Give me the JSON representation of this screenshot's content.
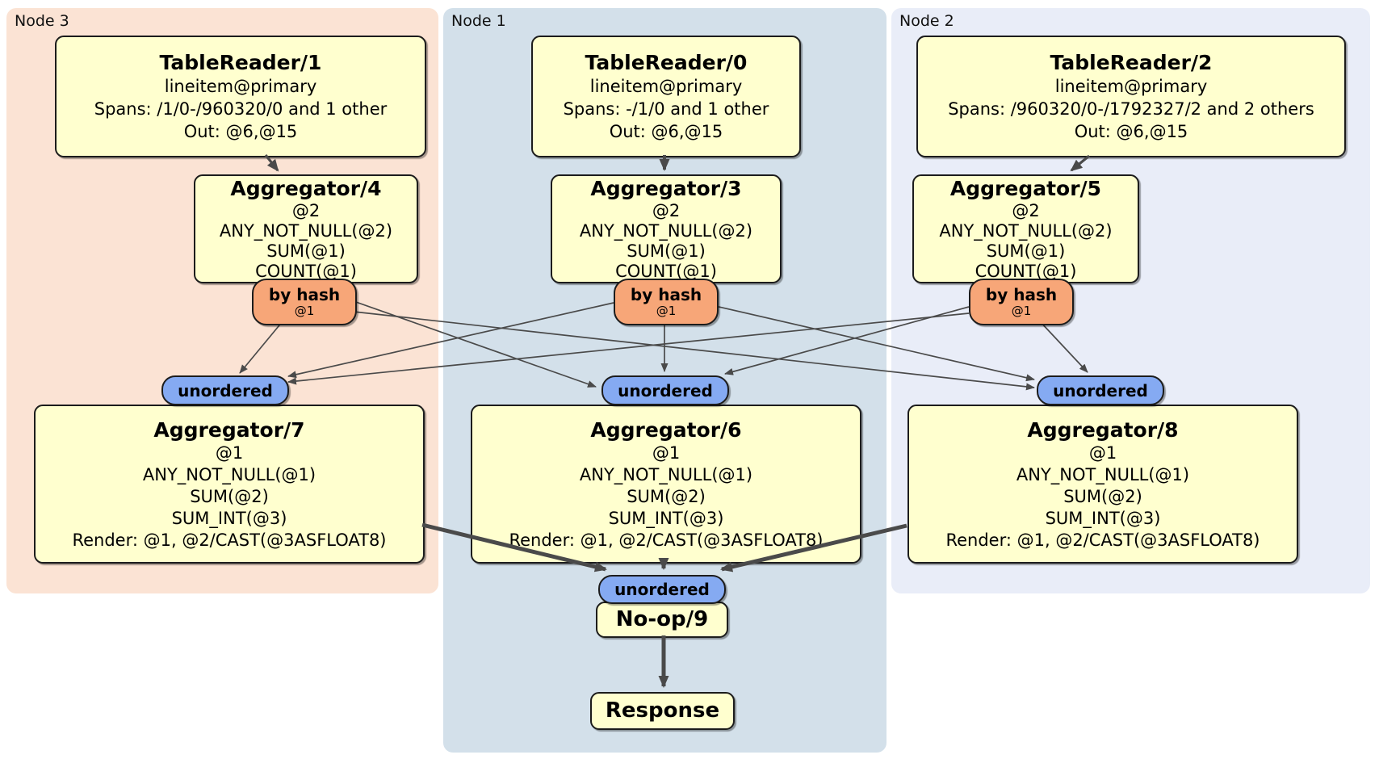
{
  "groups": {
    "node3": {
      "label": "Node 3"
    },
    "node1": {
      "label": "Node 1"
    },
    "node2": {
      "label": "Node 2"
    }
  },
  "boxes": {
    "tr1": {
      "title": "TableReader/1",
      "lines": [
        "lineitem@primary",
        "Spans: /1/0-/960320/0 and 1 other",
        "Out: @6,@15"
      ]
    },
    "tr0": {
      "title": "TableReader/0",
      "lines": [
        "lineitem@primary",
        "Spans: -/1/0 and 1 other",
        "Out: @6,@15"
      ]
    },
    "tr2": {
      "title": "TableReader/2",
      "lines": [
        "lineitem@primary",
        "Spans: /960320/0-/1792327/2 and 2 others",
        "Out: @6,@15"
      ]
    },
    "agg4": {
      "title": "Aggregator/4",
      "lines": [
        "@2",
        "ANY_NOT_NULL(@2)",
        "SUM(@1)",
        "COUNT(@1)"
      ]
    },
    "agg3": {
      "title": "Aggregator/3",
      "lines": [
        "@2",
        "ANY_NOT_NULL(@2)",
        "SUM(@1)",
        "COUNT(@1)"
      ]
    },
    "agg5": {
      "title": "Aggregator/5",
      "lines": [
        "@2",
        "ANY_NOT_NULL(@2)",
        "SUM(@1)",
        "COUNT(@1)"
      ]
    },
    "agg7": {
      "title": "Aggregator/7",
      "lines": [
        "@1",
        "ANY_NOT_NULL(@1)",
        "SUM(@2)",
        "SUM_INT(@3)",
        "Render: @1, @2/CAST(@3ASFLOAT8)"
      ]
    },
    "agg6": {
      "title": "Aggregator/6",
      "lines": [
        "@1",
        "ANY_NOT_NULL(@1)",
        "SUM(@2)",
        "SUM_INT(@3)",
        "Render: @1, @2/CAST(@3ASFLOAT8)"
      ]
    },
    "agg8": {
      "title": "Aggregator/8",
      "lines": [
        "@1",
        "ANY_NOT_NULL(@1)",
        "SUM(@2)",
        "SUM_INT(@3)",
        "Render: @1, @2/CAST(@3ASFLOAT8)"
      ]
    },
    "noop": {
      "title": "No-op/9"
    },
    "response": {
      "title": "Response"
    }
  },
  "routers": {
    "byhash3": {
      "label": "by hash",
      "detail": "@1"
    },
    "byhash1": {
      "label": "by hash",
      "detail": "@1"
    },
    "byhash2": {
      "label": "by hash",
      "detail": "@1"
    }
  },
  "syncs": {
    "un3": {
      "label": "unordered"
    },
    "un1": {
      "label": "unordered"
    },
    "un2": {
      "label": "unordered"
    },
    "unFinal": {
      "label": "unordered"
    }
  },
  "edges": [
    {
      "from": "tr1",
      "to": "agg4"
    },
    {
      "from": "tr0",
      "to": "agg3"
    },
    {
      "from": "tr2",
      "to": "agg5"
    },
    {
      "from": "byhash3",
      "to": "un3"
    },
    {
      "from": "byhash3",
      "to": "un1"
    },
    {
      "from": "byhash3",
      "to": "un2"
    },
    {
      "from": "byhash1",
      "to": "un3"
    },
    {
      "from": "byhash1",
      "to": "un1"
    },
    {
      "from": "byhash1",
      "to": "un2"
    },
    {
      "from": "byhash2",
      "to": "un3"
    },
    {
      "from": "byhash2",
      "to": "un1"
    },
    {
      "from": "byhash2",
      "to": "un2"
    },
    {
      "from": "agg7",
      "to": "unFinal"
    },
    {
      "from": "agg6",
      "to": "unFinal"
    },
    {
      "from": "agg8",
      "to": "unFinal"
    },
    {
      "from": "noop",
      "to": "response"
    }
  ],
  "colors": {
    "node3_bg": "#fbe3d4",
    "node1_bg": "#d3e0ea",
    "node2_bg": "#e9edf8",
    "box_bg": "#ffffcf",
    "box_border": "#1c1c1c",
    "router_bg": "#f7a678",
    "sync_bg": "#85aaf2",
    "edge": "#4a4a4a"
  }
}
